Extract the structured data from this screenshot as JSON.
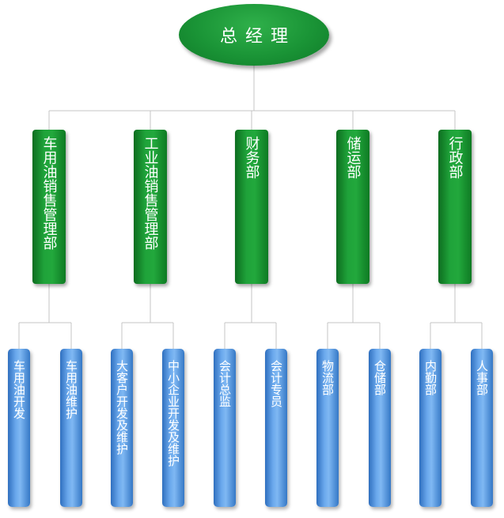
{
  "root": {
    "label": "总经理"
  },
  "departments": [
    {
      "label": "车用油销售管理部",
      "subs": [
        "车用油开发",
        "车用油维护"
      ]
    },
    {
      "label": "工业油销售管理部",
      "subs": [
        "大客户开发及维护",
        "中小企业开发及维护"
      ]
    },
    {
      "label": "财务部",
      "subs": [
        "会计总监",
        "会计专员"
      ]
    },
    {
      "label": "储运部",
      "subs": [
        "物流部",
        "仓储部"
      ]
    },
    {
      "label": "行政部",
      "subs": [
        "内勤部",
        "人事部"
      ]
    }
  ],
  "colors": {
    "root": "#1a9436",
    "department": "#1fa33a",
    "sub": "#6aa8ec",
    "connector": "#c8c8c8"
  }
}
